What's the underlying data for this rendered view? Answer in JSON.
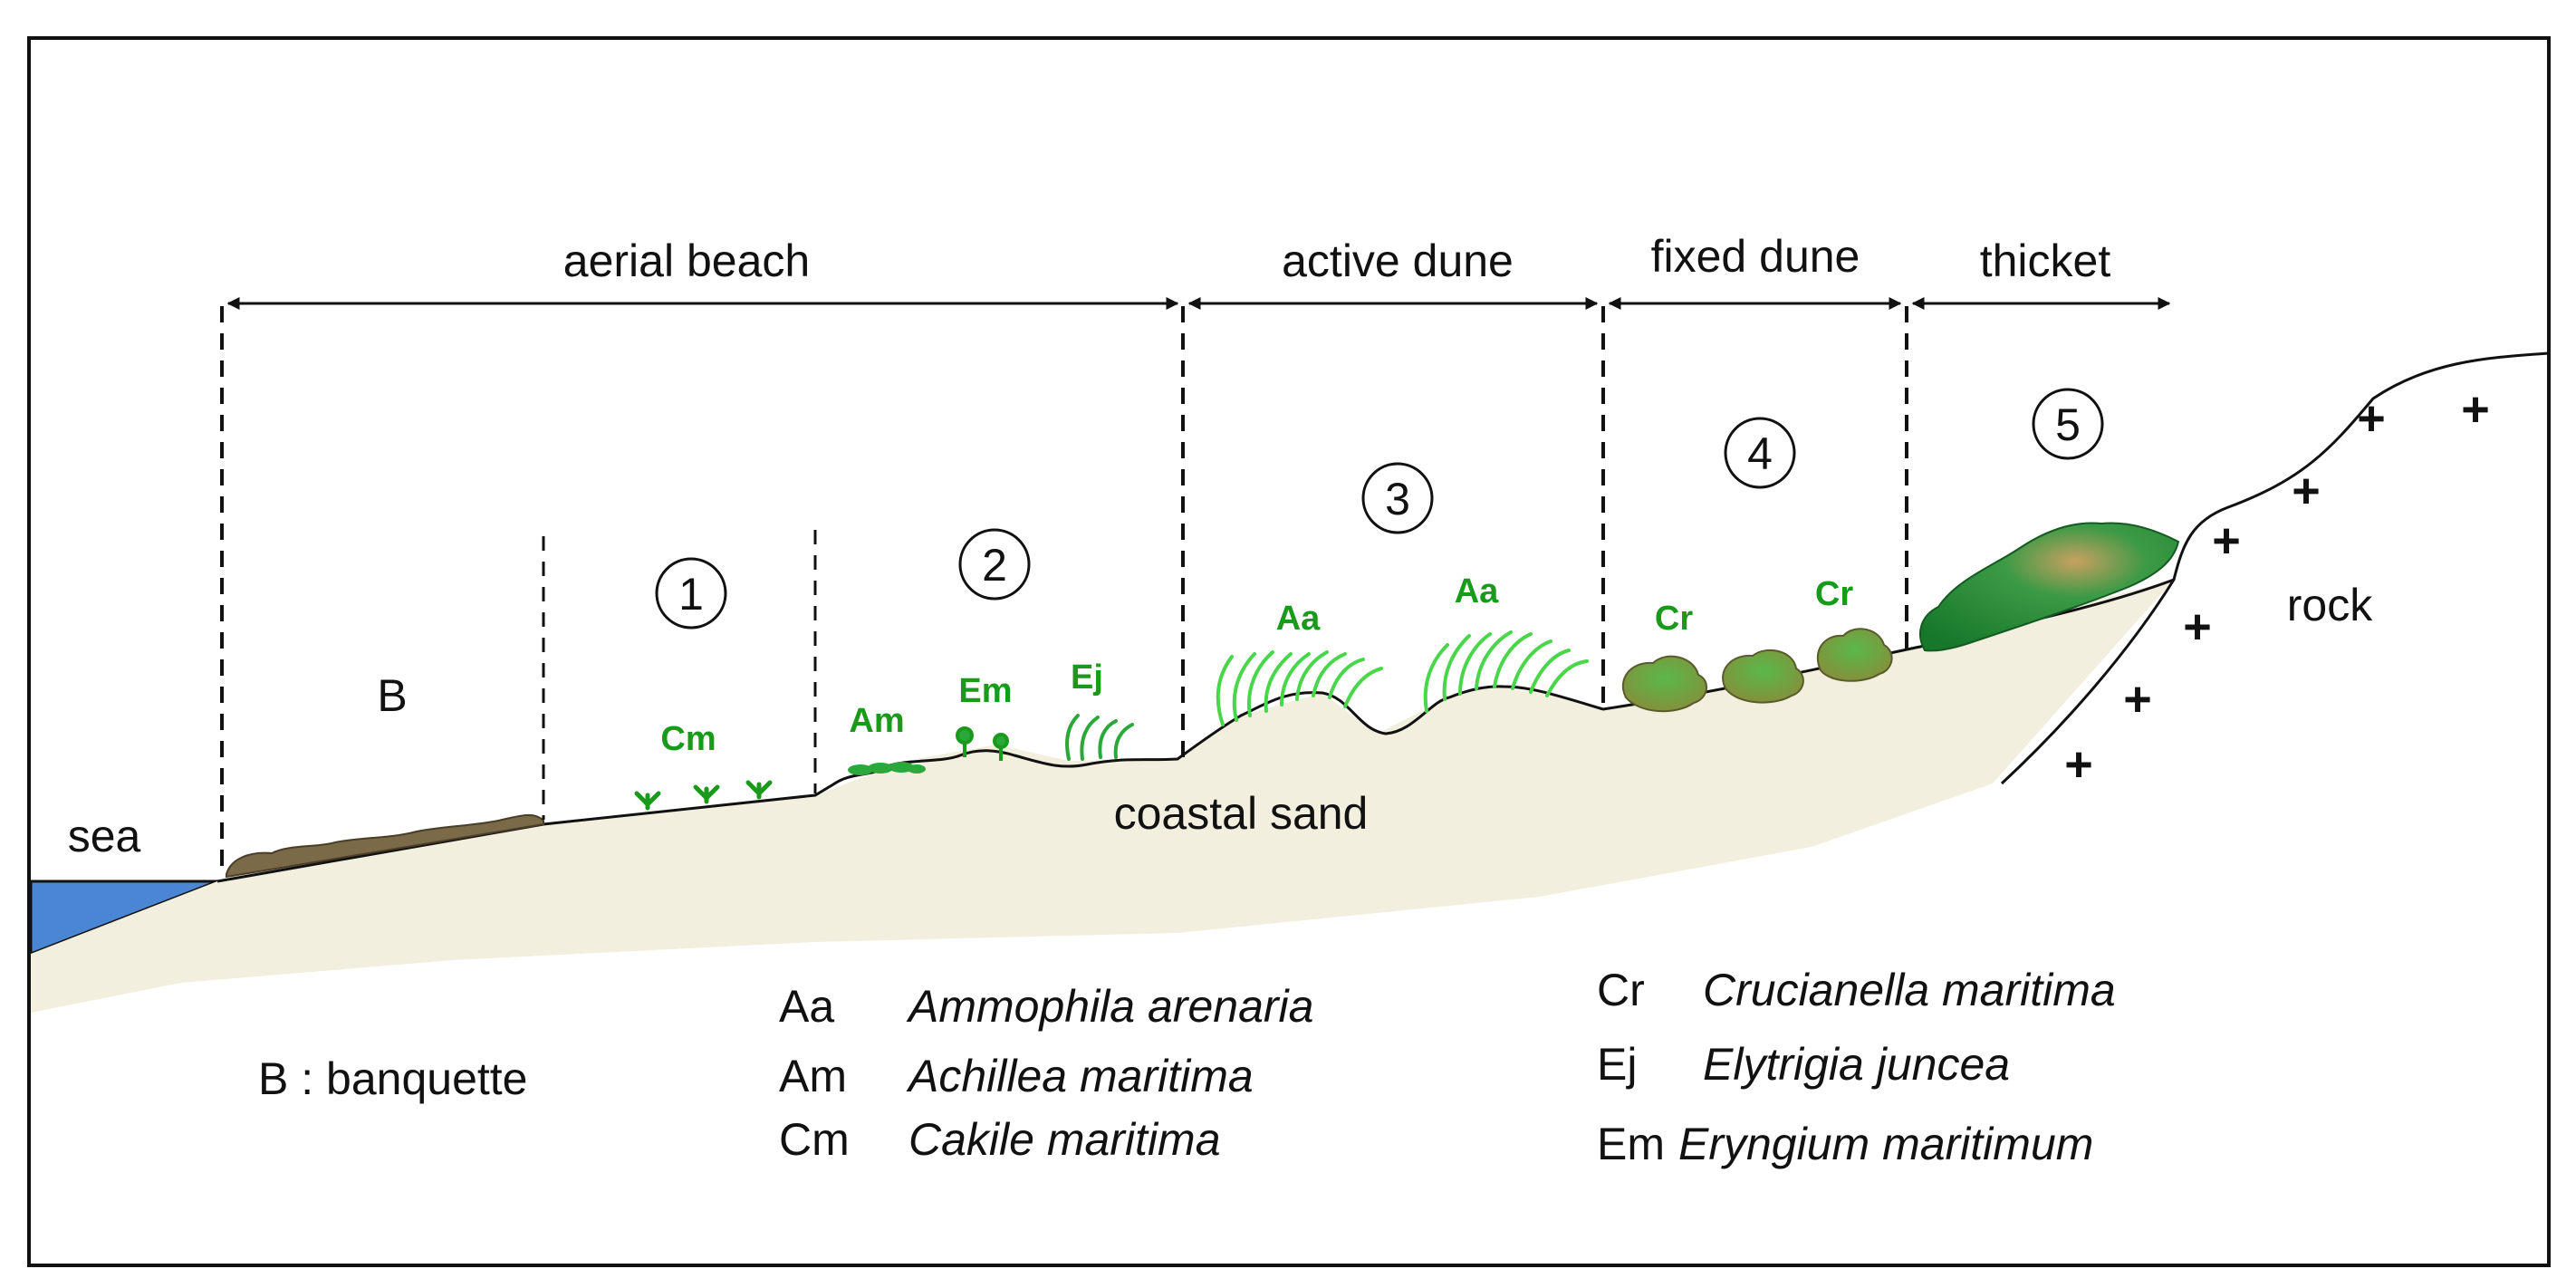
{
  "zones": {
    "aerial_beach": "aerial beach",
    "active_dune": "active dune",
    "fixed_dune": "fixed dune",
    "thicket": "thicket"
  },
  "numbers": [
    "1",
    "2",
    "3",
    "4",
    "5"
  ],
  "labels": {
    "sea": "sea",
    "banquette_code": "B",
    "coastal_sand": "coastal sand",
    "rock": "rock",
    "rock_symbol": "+"
  },
  "plants": {
    "cm": "Cm",
    "am": "Am",
    "em": "Em",
    "ej": "Ej",
    "aa": "Aa",
    "cr": "Cr"
  },
  "legend": {
    "banquette": "B : banquette",
    "col1": [
      {
        "code": "Aa",
        "name": "Ammophila arenaria"
      },
      {
        "code": "Am",
        "name": "Achillea maritima"
      },
      {
        "code": "Cm",
        "name": "Cakile maritima"
      }
    ],
    "col2": [
      {
        "code": "Cr",
        "name": "Crucianella maritima"
      },
      {
        "code": "Ej",
        "name": "Elytrigia juncea"
      },
      {
        "code": "Em",
        "name": "Eryngium maritimum"
      }
    ]
  },
  "colors": {
    "sea": "#4a86d4",
    "sand": "#f3efde",
    "plant_green": "#1a9a1a",
    "shrub_olive": "#8a9a3a",
    "thicket_green": "#2a8a3a"
  }
}
